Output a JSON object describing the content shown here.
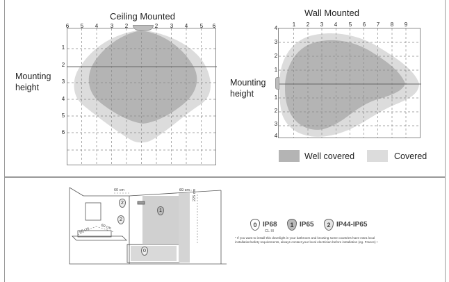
{
  "ceiling": {
    "title": "Ceiling Mounted",
    "top_ticks": [
      "6",
      "5",
      "4",
      "3",
      "2",
      "2",
      "3",
      "4",
      "5",
      "6"
    ],
    "left_ticks": [
      "1",
      "2",
      "3",
      "4",
      "5",
      "6"
    ],
    "side_label_line1": "Mounting",
    "side_label_line2": "height"
  },
  "wall": {
    "title": "Wall Mounted",
    "top_ticks": [
      "1",
      "2",
      "3",
      "4",
      "5",
      "6",
      "7",
      "8",
      "9"
    ],
    "left_ticks": [
      "4",
      "3",
      "2",
      "1",
      "1",
      "2",
      "3",
      "4"
    ],
    "side_label_line1": "Mounting",
    "side_label_line2": "height"
  },
  "legend": {
    "well_covered": "Well covered",
    "covered": "Covered"
  },
  "colors": {
    "well_covered": "#b4b4b4",
    "covered": "#dcdcdc",
    "grid_line": "#888888",
    "frame": "#9a9a9a"
  },
  "bathroom": {
    "dim_60_left": "60 cm",
    "dim_60_right": "60 cm",
    "dim_225": "225 cm",
    "dim_60_basin_a": "60 cm",
    "dim_60_basin_b": "60 cm",
    "zone_0": "0",
    "zone_1": "1",
    "zone_2_left": "2",
    "zone_2_right": "2"
  },
  "ip_ratings": [
    {
      "zone": "0",
      "label": "IP68",
      "sub": "CL III"
    },
    {
      "zone": "1",
      "label": "IP65",
      "sub": ""
    },
    {
      "zone": "2",
      "label": "IP44-IP65",
      "sub": ""
    }
  ],
  "note": "* If you want to install this downlight in your bathroom and knowing some countries have extra local installation/safety requirements, always contact your local electrician before installation (eg. France) !"
}
